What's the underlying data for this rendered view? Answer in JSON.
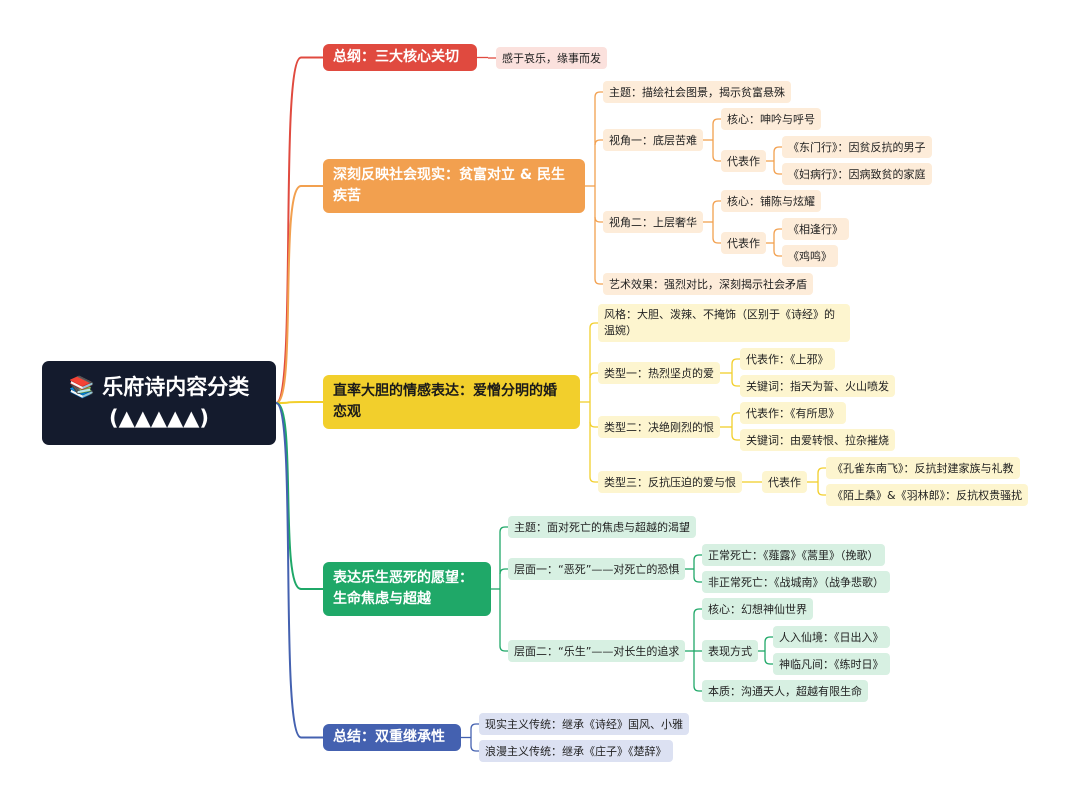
{
  "root": {
    "icon": "📚",
    "line1": "乐府诗内容分类",
    "line2": "(▲▲▲▲▲)"
  },
  "colors": {
    "red": "#e04a3f",
    "orange": "#f2a04f",
    "yellow": "#f2cf2c",
    "green": "#1fa868",
    "blue": "#4461b0"
  },
  "branches": {
    "b1": {
      "title": "总纲：三大核心关切",
      "note": "感于哀乐，缘事而发"
    },
    "b2": {
      "title": "深刻反映社会现实：贫富对立 & 民生疾苦",
      "theme": "主题：描绘社会图景，揭示贫富悬殊",
      "view1": "视角一：底层苦难",
      "view1_core": "核心：呻吟与呼号",
      "view1_works": "代表作",
      "view1_w1": "《东门行》：因贫反抗的男子",
      "view1_w2": "《妇病行》：因病致贫的家庭",
      "view2": "视角二：上层奢华",
      "view2_core": "核心：铺陈与炫耀",
      "view2_works": "代表作",
      "view2_w1": "《相逢行》",
      "view2_w2": "《鸡鸣》",
      "effect": "艺术效果：强烈对比，深刻揭示社会矛盾"
    },
    "b3": {
      "title": "直率大胆的情感表达：爱憎分明的婚恋观",
      "style": "风格：大胆、泼辣、不掩饰（区别于《诗经》的温婉）",
      "t1": "类型一：热烈坚贞的爱",
      "t1_work": "代表作：《上邪》",
      "t1_key": "关键词：指天为誓、火山喷发",
      "t2": "类型二：决绝刚烈的恨",
      "t2_work": "代表作：《有所思》",
      "t2_key": "关键词：由爱转恨、拉杂摧烧",
      "t3": "类型三：反抗压迫的爱与恨",
      "t3_works": "代表作",
      "t3_w1": "《孔雀东南飞》：反抗封建家族与礼教",
      "t3_w2": "《陌上桑》&《羽林郎》：反抗权贵骚扰"
    },
    "b4": {
      "title": "表达乐生恶死的愿望：生命焦虑与超越",
      "theme": "主题：面对死亡的焦虑与超越的渴望",
      "l1": "层面一：“恶死”——对死亡的恐惧",
      "l1_a": "正常死亡：《薤露》《蒿里》（挽歌）",
      "l1_b": "非正常死亡：《战城南》（战争悲歌）",
      "l2": "层面二：“乐生”——对长生的追求",
      "l2_core": "核心：幻想神仙世界",
      "l2_way": "表现方式",
      "l2_way1": "人入仙境：《日出入》",
      "l2_way2": "神临凡间：《练时日》",
      "l2_ess": "本质：沟通天人，超越有限生命"
    },
    "b5": {
      "title": "总结：双重继承性",
      "s1": "现实主义传统：继承《诗经》国风、小雅",
      "s2": "浪漫主义传统：继承《庄子》《楚辞》"
    }
  }
}
